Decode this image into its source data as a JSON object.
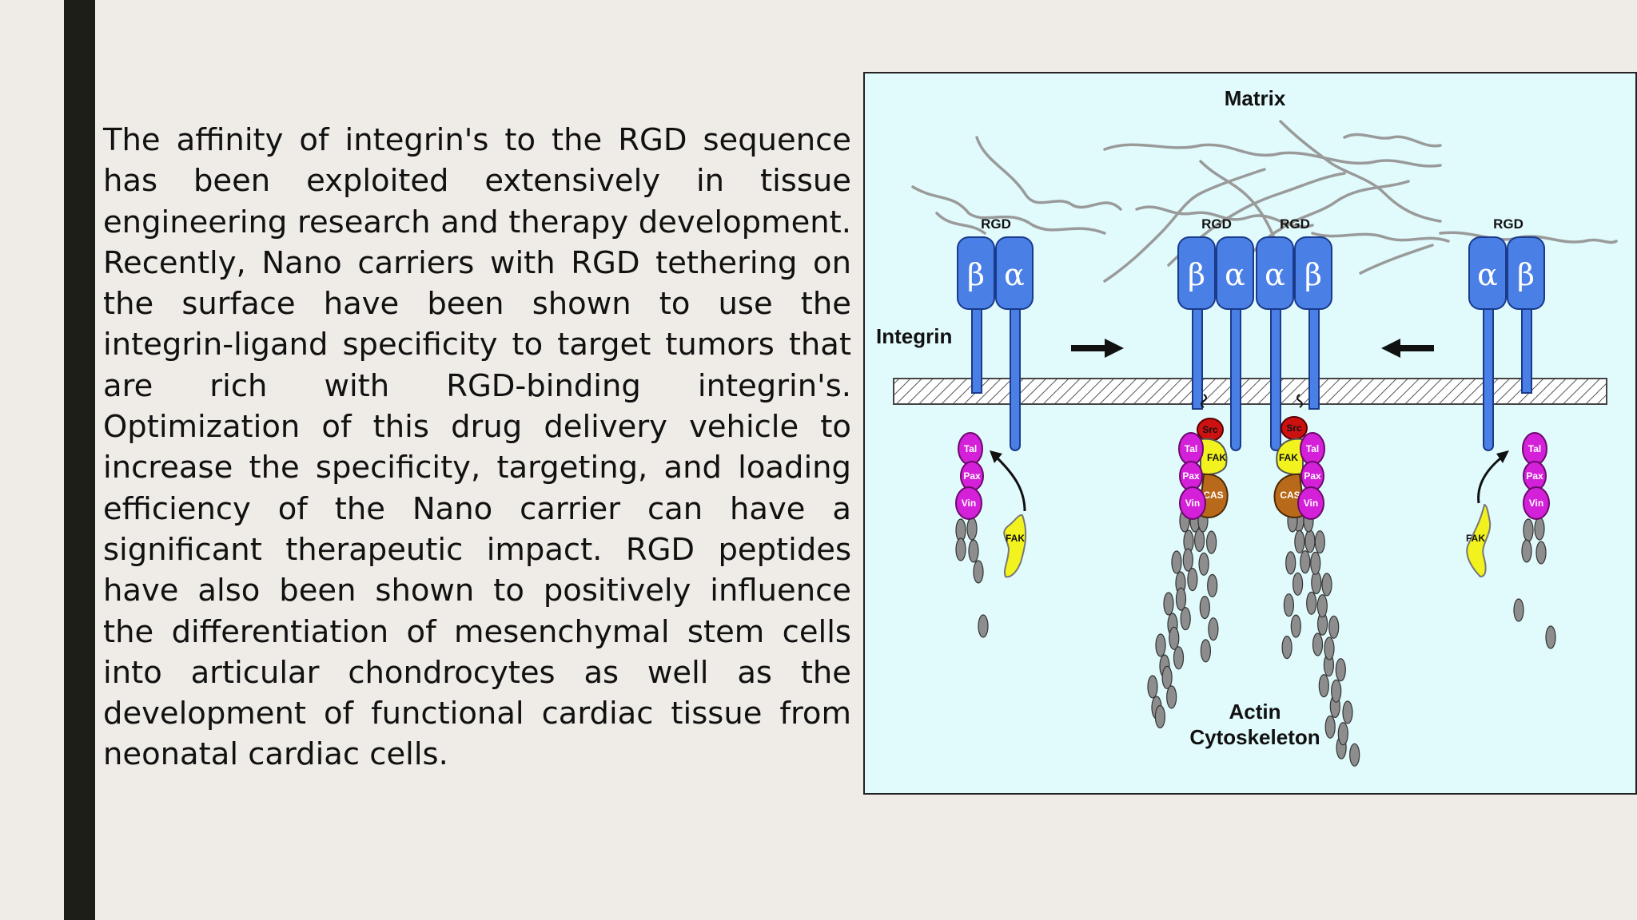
{
  "slide": {
    "paragraph": "The affinity of integrin's to the RGD sequence has been exploited extensively in tissue engineering research and therapy development. Recently, Nano carriers with RGD tethering on the surface have been shown to use the integrin-ligand specificity to target tumors that are rich with RGD-binding integrin's. Optimization of this drug delivery vehicle to increase the specificity, targeting, and loading efficiency of the Nano carrier can have a significant therapeutic impact. RGD peptides have also been shown to positively influence the differentiation of mesenchymal stem cells into articular chondrocytes as well as the development of functional cardiac tissue from neonatal cardiac cells."
  },
  "figure": {
    "matrix_label": "Matrix",
    "integrin_label": "Integrin",
    "actin_label_line1": "Actin",
    "actin_label_line2": "Cytoskeleton",
    "rgd": "RGD",
    "beta": "β",
    "alpha": "α",
    "tal": "Tal",
    "pax": "Pax",
    "vin": "Vin",
    "fak": "FAK",
    "src": "Src",
    "cas": "CAS",
    "colors": {
      "integrin": "#4a7fe6",
      "talin_paxillin_vinculin": "#d421d9",
      "fak": "#f2f21e",
      "src": "#cc1111",
      "cas": "#b86a1a",
      "actin": "#8d8d8d",
      "background": "#e1fbfd"
    }
  }
}
